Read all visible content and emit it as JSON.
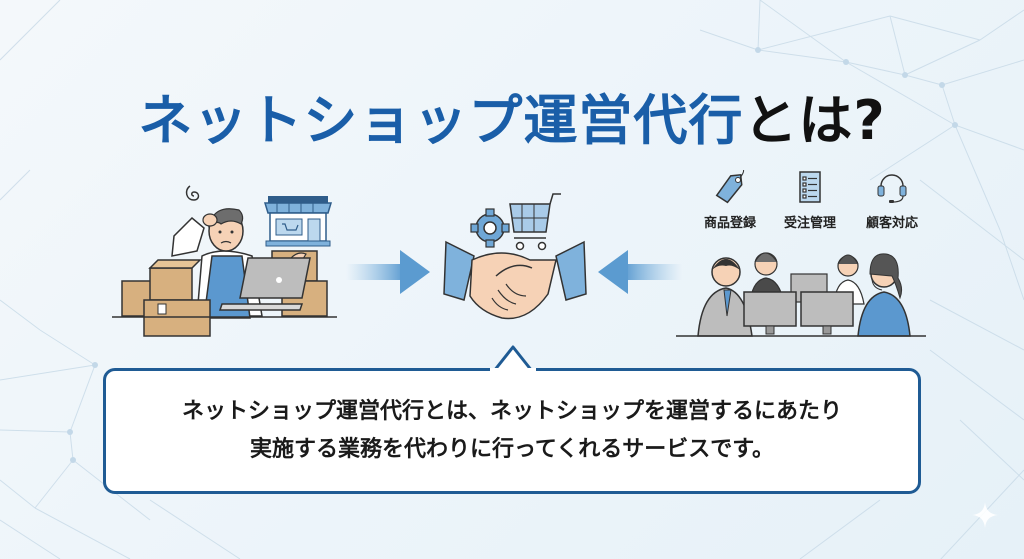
{
  "title": {
    "blue_part": "ネットショップ運営代行",
    "black_part": "とは?"
  },
  "left_scene": {
    "description": "shop-owner-overwhelmed",
    "icons": [
      "confused-swirl-icon",
      "storefront-icon",
      "cardboard-boxes-icon",
      "laptop-icon"
    ]
  },
  "center_scene": {
    "icons": [
      "gear-icon",
      "shopping-cart-icon",
      "handshake-icon"
    ]
  },
  "right_scene": {
    "tasks": [
      {
        "icon": "price-tag-icon",
        "label": "商品登録"
      },
      {
        "icon": "checklist-icon",
        "label": "受注管理"
      },
      {
        "icon": "headset-icon",
        "label": "顧客対応"
      }
    ],
    "description": "support-team-at-computers"
  },
  "arrows": {
    "left": "arrow-right",
    "right": "arrow-left",
    "color": "#5b9bd0"
  },
  "callout": {
    "line1": "ネットショップ運営代行とは、ネットショップを運営するにあたり",
    "line2": "実施する業務を代わりに行ってくれるサービスです。"
  },
  "colors": {
    "title_blue": "#1a5ea8",
    "border_blue": "#1f5b94",
    "accent_light_blue": "#7fb2dc",
    "skin": "#f6d2b6",
    "box_brown": "#d7b07f"
  }
}
